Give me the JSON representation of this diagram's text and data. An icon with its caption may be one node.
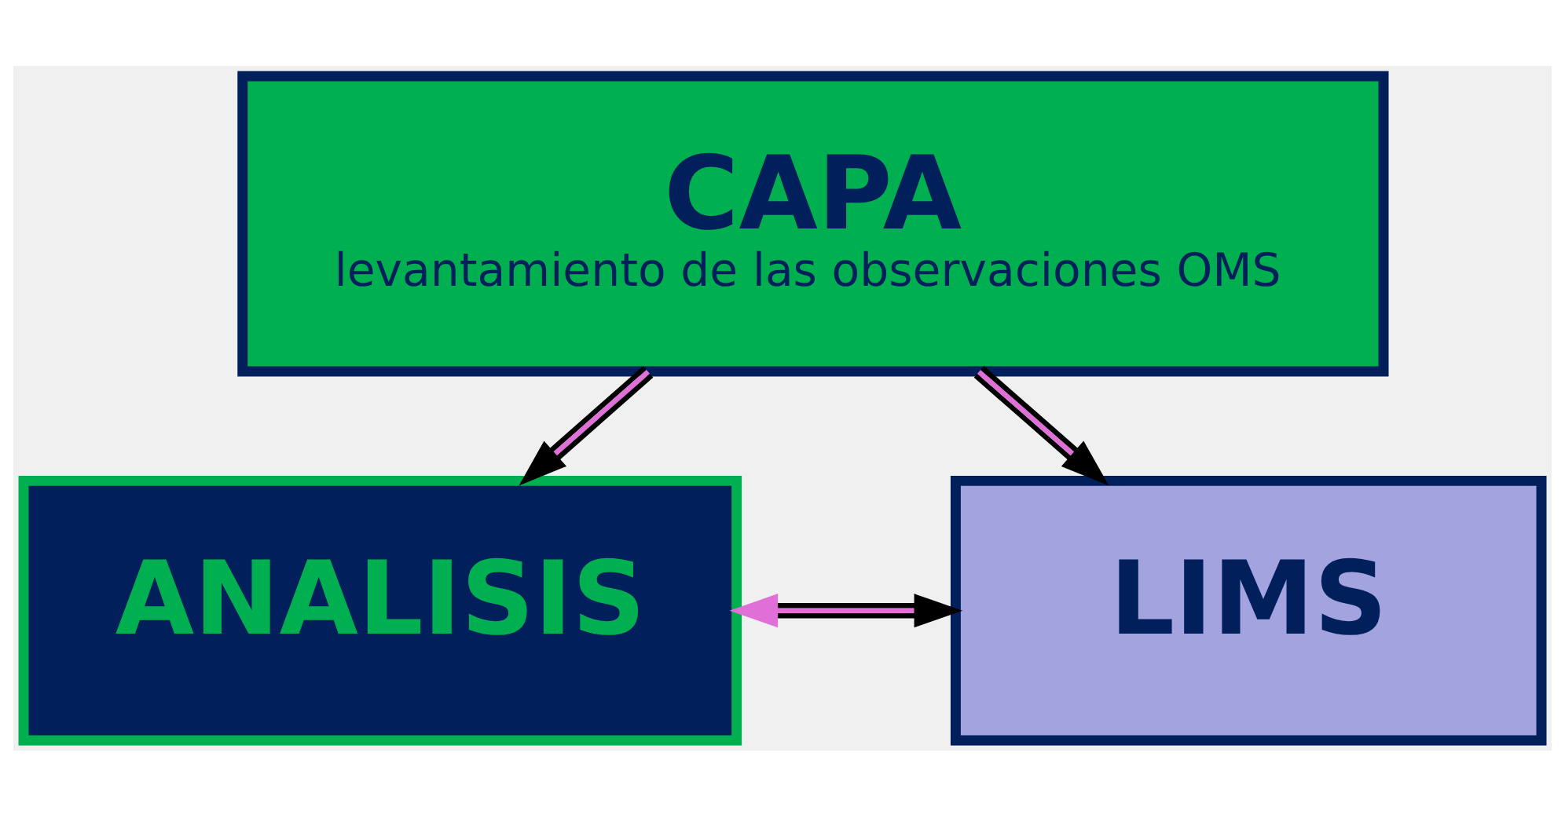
{
  "diagram": {
    "nodes": [
      {
        "text": [
          "ANALISIS"
        ]
      },
      {
        "text": [
          "LIMS"
        ]
      },
      {
        "text": [
          "CAPA",
          "levantamiento de las observaciones OMS"
        ]
      }
    ],
    "edges": [
      {
        "from": 0,
        "to": 1,
        "arrow": "both"
      },
      {
        "from": 2,
        "to": 0,
        "arrow": "to"
      },
      {
        "from": 2,
        "to": 1,
        "arrow": "to"
      }
    ]
  }
}
